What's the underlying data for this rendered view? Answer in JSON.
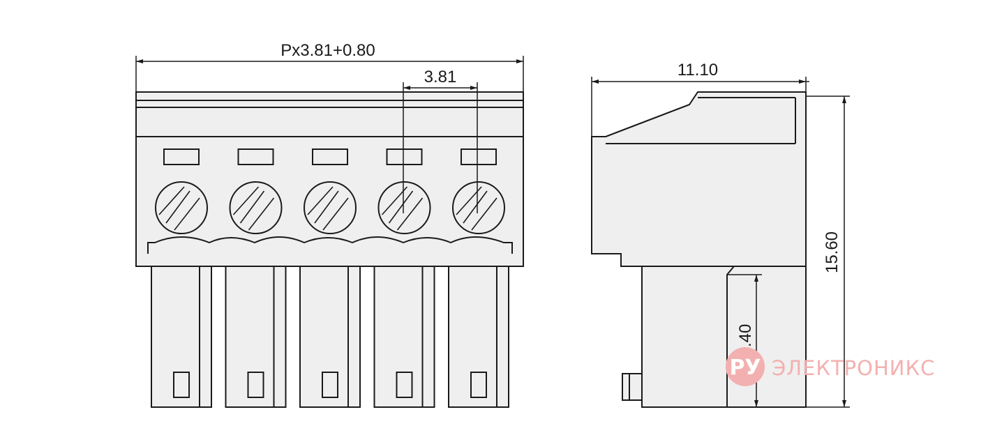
{
  "dimensions": {
    "overall_length": "Px3.81+0.80",
    "pitch": "3.81",
    "depth": "11.10",
    "height": "15.60",
    "pin_height": "6.40"
  },
  "pole_count": 5,
  "watermark": {
    "badge": "РУ",
    "text": "ЭЛЕКТРОНИКС",
    "color": "#f3b0b0"
  },
  "colors": {
    "line": "#1a1a1a",
    "body_fill": "#efefef"
  }
}
